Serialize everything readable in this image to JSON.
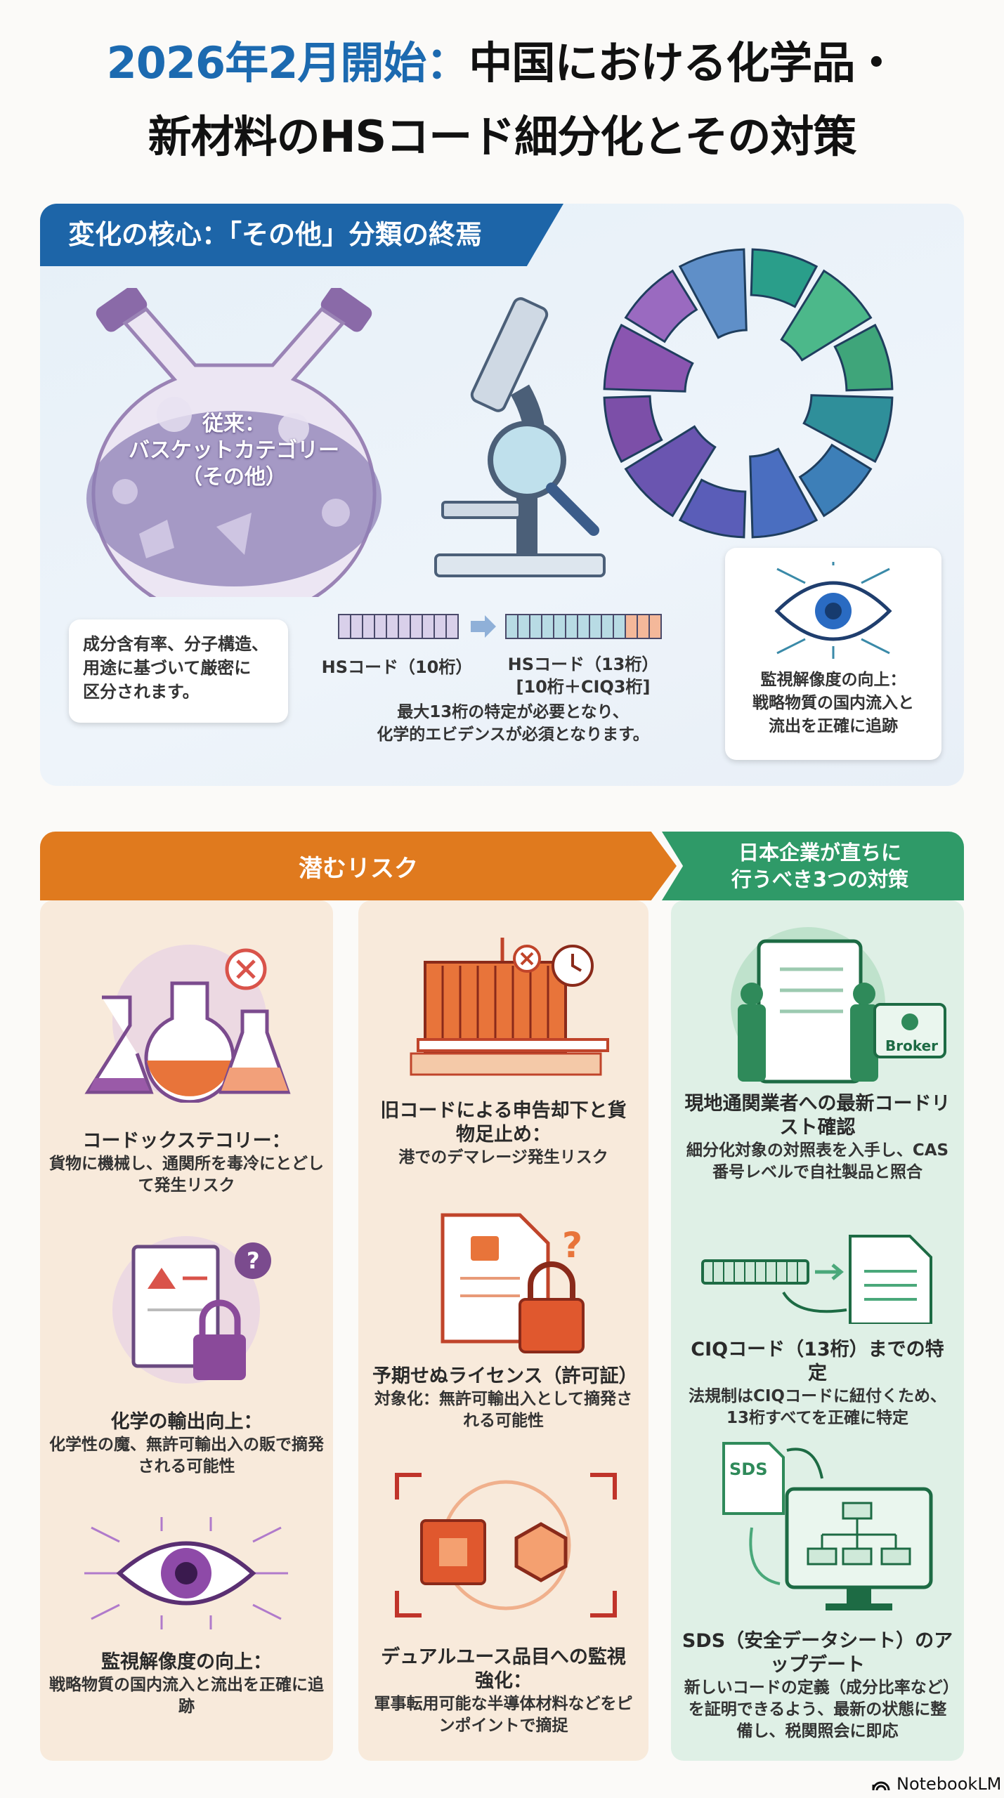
{
  "title": {
    "highlight": "2026年2月開始：",
    "line1_rest": "中国における化学品・",
    "line2": "新材料のHSコード細分化とその対策"
  },
  "top": {
    "tab": "変化の核心：「その他」分類の終焉",
    "flask_label": [
      "従来：",
      "バスケットカテゴリー",
      "（その他）"
    ],
    "flask_callout": [
      "成分含有率、分子構造、",
      "用途に基づいて厳密に",
      "区分されます。"
    ],
    "code_old_label": "HSコード（10桁）",
    "code_new_label": "HSコード（13桁）",
    "code_new_sub": "[10桁＋CIQ3桁]",
    "code_caption": [
      "最大13桁の特定が必要となり、",
      "化学的エビデンスが必須となります。"
    ],
    "eye_callout": [
      "監視解像度の向上：",
      "戦略物質の国内流入と",
      "流出を正確に追跡"
    ],
    "code_old_digits": 10,
    "code_new_digits": 13
  },
  "risk": {
    "header": "潜むリスク",
    "items": [
      {
        "title": "コードックステコリー：",
        "desc": "貨物に機械し、通関所を毒冷にとどして発生リスク"
      },
      {
        "title": "化学の輸出向上：",
        "desc": "化学性の魔、無許可輸出入の販で摘発される可能性"
      },
      {
        "title": "監視解像度の向上：",
        "desc": "戦略物質の国内流入と流出を正確に追跡"
      },
      {
        "title": "旧コードによる申告却下と貨物足止め：",
        "desc": "港でのデマレージ発生リスク"
      },
      {
        "title": "予期せぬライセンス（許可証）",
        "desc": "対象化：無許可輸出入として摘発される可能性"
      },
      {
        "title": "デュアルユース品目への監視強化：",
        "desc": "軍事転用可能な半導体材料などをピンポイントで摘捉"
      }
    ]
  },
  "actions": {
    "header": [
      "日本企業が直ちに",
      "行うべき3つの対策"
    ],
    "broker_label": "Broker",
    "sds_label": "SDS",
    "items": [
      {
        "title": "現地通関業者への最新コードリスト確認",
        "desc": "細分化対象の対照表を入手し、CAS番号レベルで自社製品と照合"
      },
      {
        "title": "CIQコード（13桁）までの特定",
        "desc": "法規制はCIQコードに紐付くため、13桁すべてを正確に特定"
      },
      {
        "title": "SDS（安全データシート）のアップデート",
        "desc": "新しいコードの定義（成分比率など）を証明できるよう、最新の状態に整備し、税関照会に即応"
      }
    ]
  },
  "footer": {
    "brand": "NotebookLM"
  },
  "colors": {
    "blue": "#1d65a8",
    "orange": "#e07a1e",
    "green": "#2f9a68",
    "risk_bg": "#f8eadb",
    "action_bg": "#dff0e6"
  }
}
